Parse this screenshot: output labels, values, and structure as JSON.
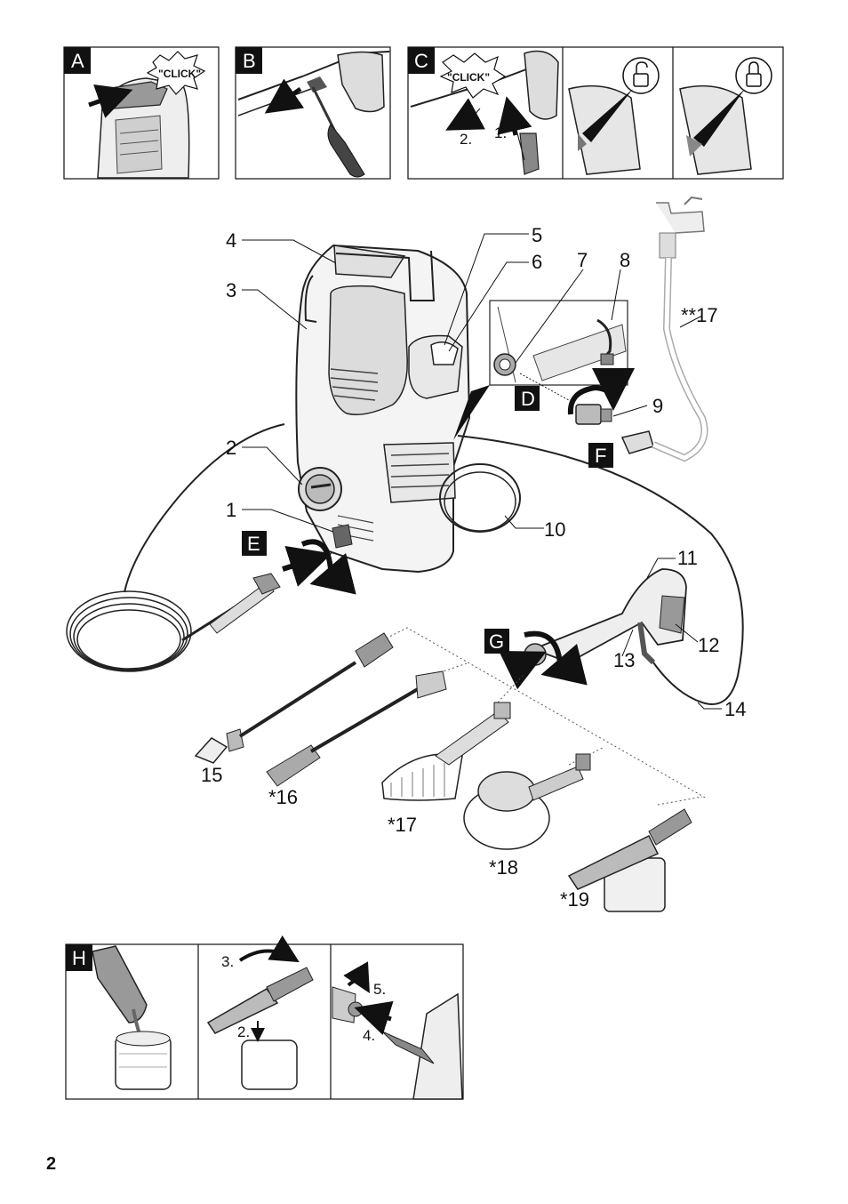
{
  "panels": {
    "A": {
      "label": "A",
      "click": "\"CLICK\""
    },
    "B": {
      "label": "B"
    },
    "C": {
      "label": "C",
      "click": "\"CLICK\"",
      "step1": "1.",
      "step2": "2."
    },
    "D": {
      "label": "D"
    },
    "E": {
      "label": "E"
    },
    "F": {
      "label": "F"
    },
    "G": {
      "label": "G"
    },
    "H": {
      "label": "H",
      "step2": "2.",
      "step3": "3.",
      "step4": "4.",
      "step5": "5."
    }
  },
  "callouts": {
    "c1": "1",
    "c2": "2",
    "c3": "3",
    "c4": "4",
    "c5": "5",
    "c6": "6",
    "c7": "7",
    "c8": "8",
    "c9": "9",
    "c10": "10",
    "c11": "11",
    "c12": "12",
    "c13": "13",
    "c14": "14",
    "c15": "15",
    "c16": "*16",
    "c17": "*17",
    "c17b": "**17",
    "c18": "*18",
    "c19": "*19"
  },
  "page_number": "2"
}
